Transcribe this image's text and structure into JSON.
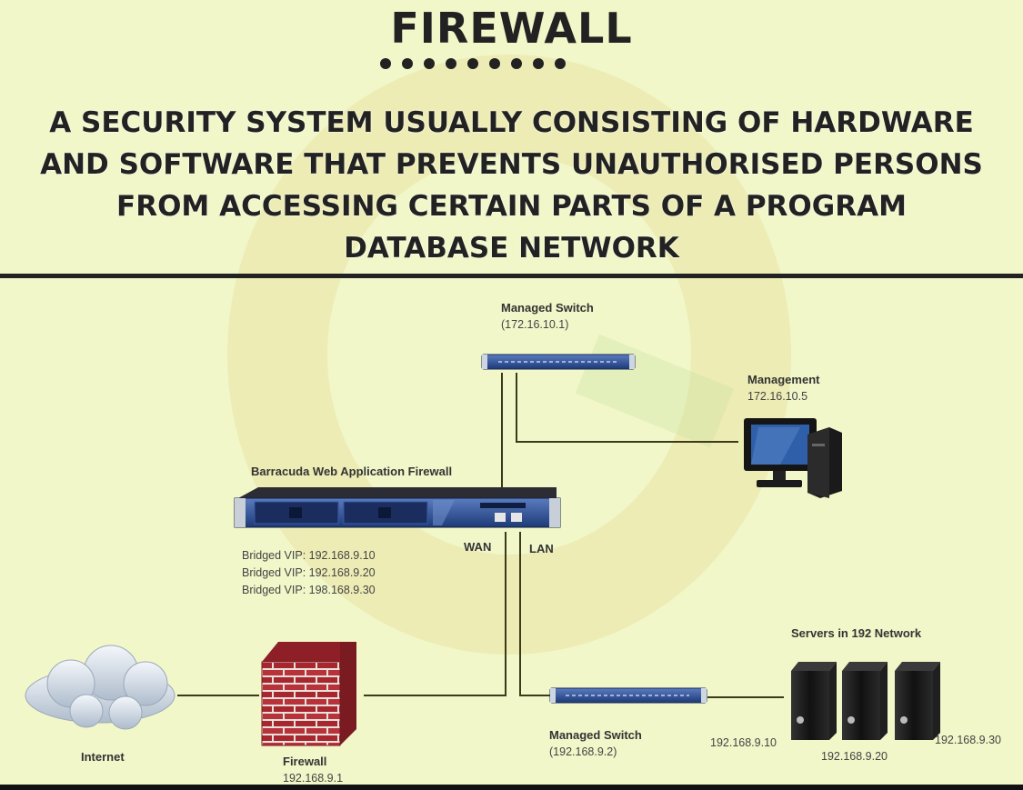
{
  "header": {
    "title": "FIREWALL",
    "subtitle_lines": [
      "A SECURITY SYSTEM USUALLY CONSISTING OF HARDWARE",
      "AND SOFTWARE THAT PREVENTS UNAUTHORISED PERSONS",
      "FROM ACCESSING CERTAIN PARTS OF A PROGRAM",
      "DATABASE NETWORK"
    ]
  },
  "diagram": {
    "managed_switch_top": {
      "label": "Managed Switch",
      "ip": "(172.16.10.1)"
    },
    "management": {
      "label": "Management",
      "ip": "172.16.10.5"
    },
    "waf": {
      "label": "Barracuda Web Application Firewall",
      "vips": [
        "Bridged VIP:  192.168.9.10",
        "Bridged VIP:  192.168.9.20",
        "Bridged VIP:  198.168.9.30"
      ],
      "wan": "WAN",
      "lan": "LAN"
    },
    "internet": {
      "label": "Internet"
    },
    "firewall": {
      "label": "Firewall",
      "ip": "192.168.9.1"
    },
    "managed_switch_bottom": {
      "label": "Managed Switch",
      "ip": "(192.168.9.2)"
    },
    "servers": {
      "label": "Servers in 192 Network",
      "ips": [
        "192.168.9.10",
        "192.168.9.20",
        "192.168.9.30"
      ]
    }
  },
  "colors": {
    "background": "#f1f7c9",
    "text": "#222222",
    "device_blue": "#2a4a8a",
    "brick": "#b8323a",
    "wire": "#3b3b1a"
  }
}
